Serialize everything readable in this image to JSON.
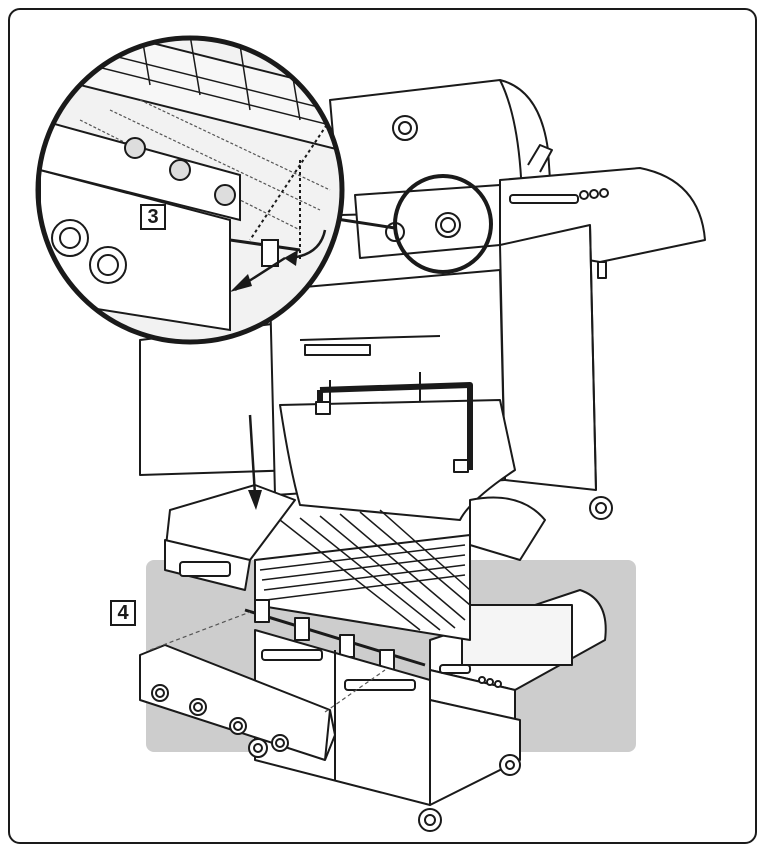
{
  "steps": [
    {
      "number": "3"
    },
    {
      "number": "4"
    }
  ],
  "colors": {
    "line": "#1a1a1a",
    "shadow_panel": "#cdcdcd",
    "callout_fill": "#f2f2f2",
    "background": "#ffffff"
  },
  "icons": [
    "zoom-callout-circle",
    "down-arrow-icon",
    "rotate-arrow-icon",
    "pull-arrow-icon"
  ]
}
